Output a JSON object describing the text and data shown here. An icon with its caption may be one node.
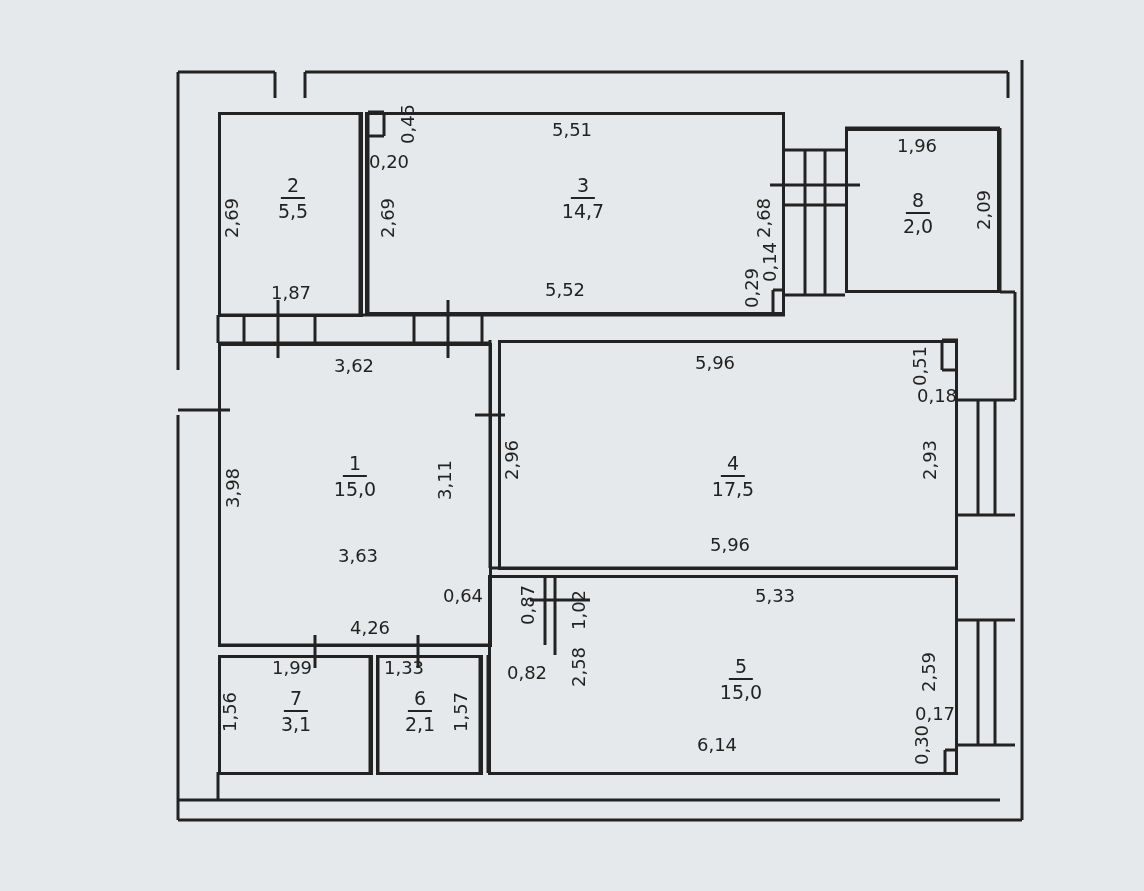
{
  "diagram": {
    "nodes": [
      {
        "text": [
          "2",
          "5,5"
        ]
      },
      {
        "text": [
          "3",
          "14,7"
        ]
      },
      {
        "text": [
          "8",
          "2,0"
        ]
      },
      {
        "text": [
          "1",
          "15,0"
        ]
      },
      {
        "text": [
          "4",
          "17,5"
        ]
      },
      {
        "text": [
          "5",
          "15,0"
        ]
      },
      {
        "text": [
          "7",
          "3,1"
        ]
      },
      {
        "text": [
          "6",
          "2,1"
        ]
      }
    ],
    "labels": [
      "5,51",
      "0,45",
      "1,96",
      "0,20",
      "2,69",
      "2,69",
      "2,68",
      "2,09",
      "0,14",
      "1,87",
      "5,52",
      "0,29",
      "3,62",
      "5,96",
      "0,51",
      "0,18",
      "2,96",
      "3,98",
      "3,11",
      "2,93",
      "3,63",
      "5,96",
      "0,64",
      "5,33",
      "0,87",
      "1,02",
      "4,26",
      "1,99",
      "1,33",
      "0,82",
      "2,58",
      "2,59",
      "1,56",
      "1,57",
      "0,17",
      "6,14",
      "0,30"
    ]
  }
}
